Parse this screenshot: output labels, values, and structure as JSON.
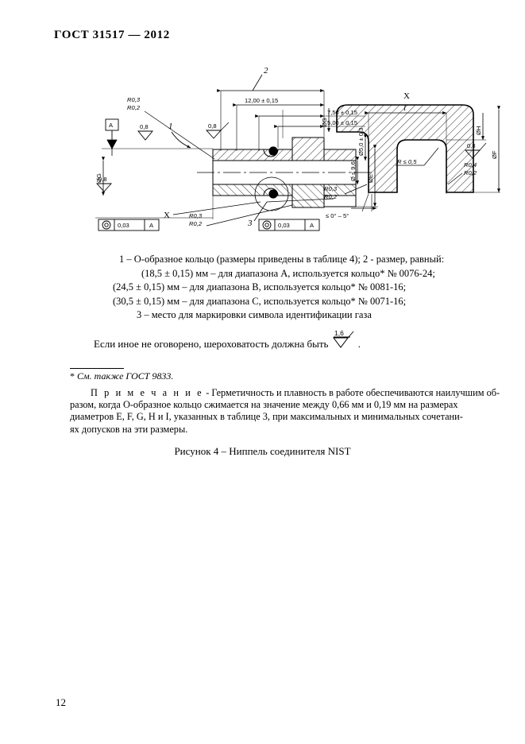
{
  "header": {
    "standard_title": "ГОСТ 31517 — 2012"
  },
  "figure": {
    "main_view": {
      "item_callouts": [
        "2",
        "1",
        "3",
        "X"
      ],
      "linear_dimensions": [
        "12,00 ± 0,15",
        "7,50 ± 0,15",
        "5,00 ± 0,15"
      ],
      "diameter_labels": [
        "ØF",
        "ØG",
        "Ø5,0 ± 0,3",
        "Ø ≤ 9,6",
        "ØE"
      ],
      "radii": [
        "R0,3",
        "R0,2"
      ],
      "roughness_marks": [
        "0,8",
        "0,8"
      ],
      "datum_label": "A",
      "tolerance_frames": [
        {
          "symbol": "concentricity",
          "value": "0,03",
          "datum": "A"
        },
        {
          "symbol": "concentricity",
          "value": "0,03",
          "datum": "A"
        }
      ]
    },
    "detail_view": {
      "title": "X",
      "length_label": "l",
      "diameter_labels": [
        "ØG",
        "ØH",
        "ØF"
      ],
      "radii": [
        "R0,3",
        "R0,2",
        "R0,4",
        "R0,2"
      ],
      "radius_note": "R ≤ 0,5",
      "angle_note": "≤ 0° – 5°",
      "roughness_mark": "0,8"
    }
  },
  "legend": {
    "line1": "1 – О-образное кольцо (размеры приведены в таблице 4); 2 - размер, равный:",
    "line1_item_a": "1",
    "line1_item_b": "2",
    "line2": "(18,5 ± 0,15) мм –  для диапазона А, используется кольцо*  № 0076-24;",
    "line3": "(24,5 ± 0,15) мм –  для диапазона В, используется кольцо* № 0081-16;",
    "line4": "(30,5 ± 0,15) мм –  для диапазона С, используется кольцо* № 0071-16;",
    "line5_item": "3",
    "line5": "3 – место для маркировки символа идентификации газа"
  },
  "roughness_note": {
    "text_before": "Если иное не оговорено, шероховатость  должна быть",
    "value": "1,6",
    "text_after": "."
  },
  "footnote": {
    "marker": "*",
    "text": "См. также ГОСТ 9833."
  },
  "note_paragraph": {
    "label": "П р и м е ч а н и е",
    "line1_rest": " - Герметичность и плавность в работе обеспечиваются наилучшим об-",
    "line2": "разом, когда О-образное кольцо сжимается на значение между 0,66 мм и 0,19 мм на размерах",
    "line3": "диаметров Е, F, G, Н и I, указанных  в таблице 3,  при максимальных и минимальных сочетани-",
    "line4": "ях допусков на эти размеры."
  },
  "figure_caption": {
    "text": "Рисунок 4 – Ниппель соединителя NIST"
  },
  "page_number": {
    "value": "12"
  }
}
